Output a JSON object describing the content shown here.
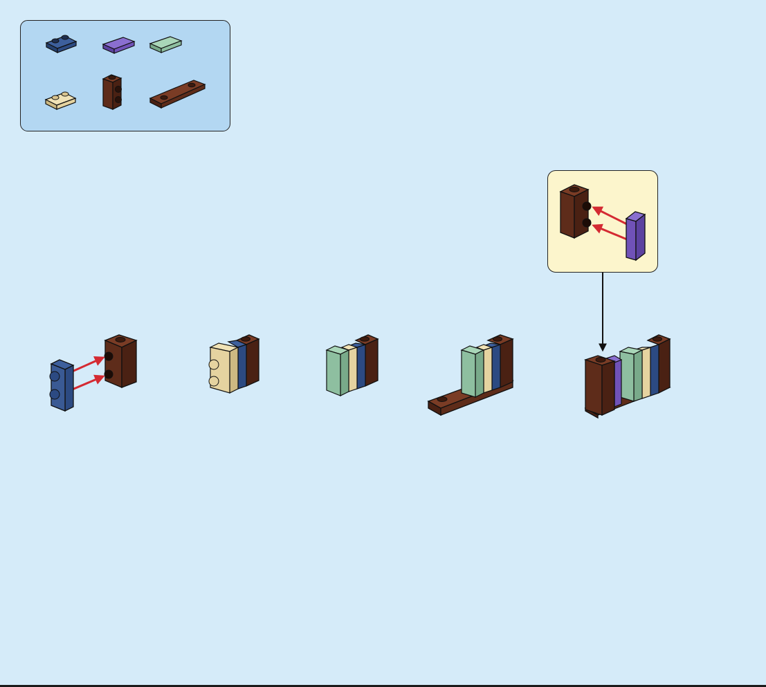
{
  "colors": {
    "background": "#d5ebf9",
    "parts_panel": "#b3d7f2",
    "callout_panel": "#fcf5cc",
    "dark_blue": "#2c4a82",
    "purple": "#7052b8",
    "sand_green": "#8ebfa0",
    "tan": "#e5d3a0",
    "reddish_brown": "#5e2c1a",
    "arrow_red": "#d42a32",
    "outline": "#1a1a1a"
  },
  "parts_panel": {
    "parts": [
      {
        "id": "plate-1x2-dark-blue",
        "color": "dark_blue"
      },
      {
        "id": "tile-1x2-purple",
        "color": "purple"
      },
      {
        "id": "tile-1x2-sand-green",
        "color": "sand_green"
      },
      {
        "id": "plate-1x2-tan",
        "color": "tan"
      },
      {
        "id": "brick-1x1-studs-reddish-brown",
        "color": "reddish_brown"
      },
      {
        "id": "plate-1x4-reddish-brown",
        "color": "reddish_brown"
      }
    ]
  },
  "steps": [
    {
      "id": "step-1",
      "icons": [
        "arrow-icon",
        "arrow-icon"
      ]
    },
    {
      "id": "step-2"
    },
    {
      "id": "step-3"
    },
    {
      "id": "step-4"
    },
    {
      "id": "step-5",
      "icons": [
        "arrow-icon"
      ]
    }
  ],
  "callout": {
    "icons": [
      "arrow-icon",
      "arrow-icon"
    ]
  }
}
